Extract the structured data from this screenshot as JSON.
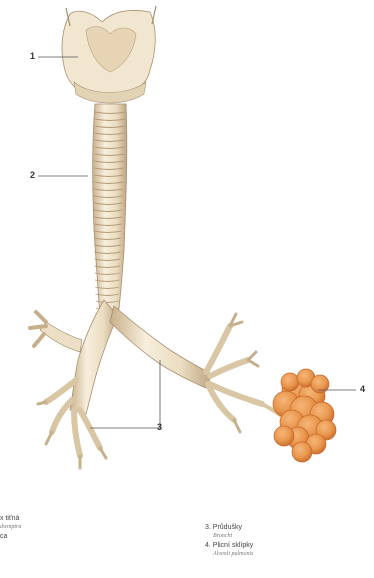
{
  "callouts": [
    {
      "number": "1"
    },
    {
      "number": "2"
    },
    {
      "number": "3"
    },
    {
      "number": "4"
    }
  ],
  "legend": {
    "left": [
      {
        "text": "x tiťná",
        "latin": "dwmptra"
      },
      {
        "text": "ca",
        "latin": ""
      }
    ],
    "right": [
      {
        "text": "3. Průdušky",
        "latin": "Bronchi"
      },
      {
        "text": "4. Plicní sklípky",
        "latin": "Alveoli pulmonis"
      }
    ]
  },
  "colors": {
    "cartilage_light": "#f4ead7",
    "cartilage_mid": "#e3d3b5",
    "cartilage_shadow": "#b9a07c",
    "alveoli": "#e8964c",
    "alveoli_dark": "#c8692b",
    "leader": "#555555"
  }
}
